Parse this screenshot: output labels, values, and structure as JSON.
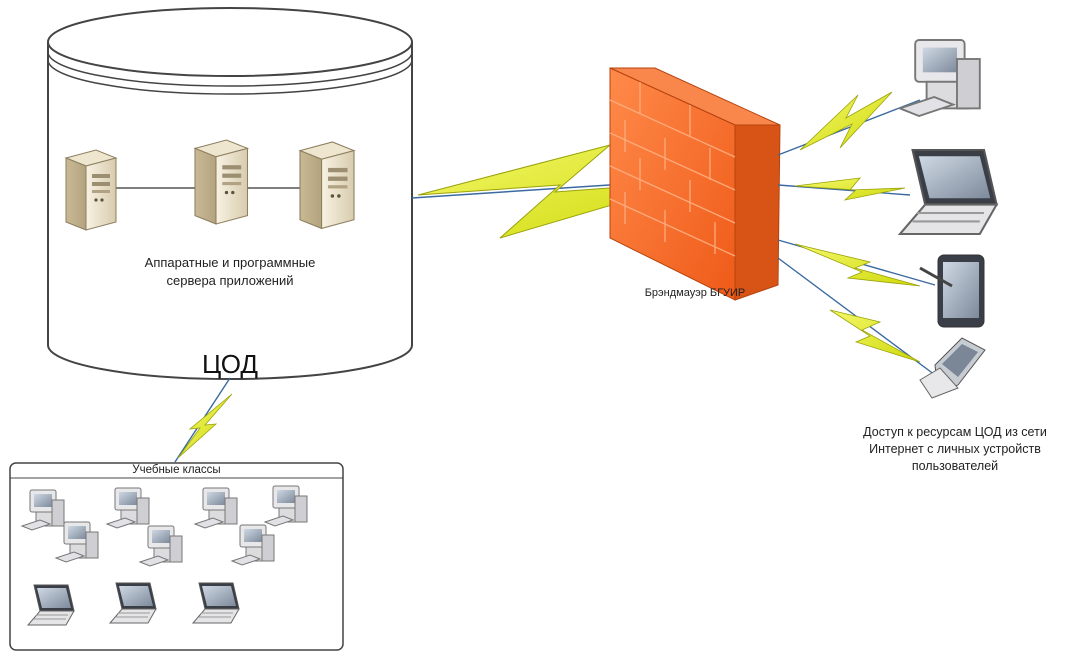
{
  "dc": {
    "title": "ЦОД",
    "servers_caption": [
      "Аппаратные и программные",
      "сервера приложений"
    ]
  },
  "firewall": {
    "label": "Брэндмауэр БГУИР"
  },
  "internet_caption": [
    "Доступ к ресурсам ЦОД из сети",
    "Интернет с личных устройств",
    "пользователей"
  ],
  "classrooms": {
    "title": "Учебные классы"
  },
  "colors": {
    "bolt": "#e6ee1a",
    "bolt_stroke": "#9aa30a",
    "firewall": "#f46a25",
    "firewall_side": "#d85416",
    "line": "#3b6aa0"
  },
  "icons": [
    "server-icon",
    "lightning-icon",
    "firewall-icon",
    "desktop-icon",
    "laptop-icon",
    "tablet-icon",
    "phone-icon"
  ]
}
